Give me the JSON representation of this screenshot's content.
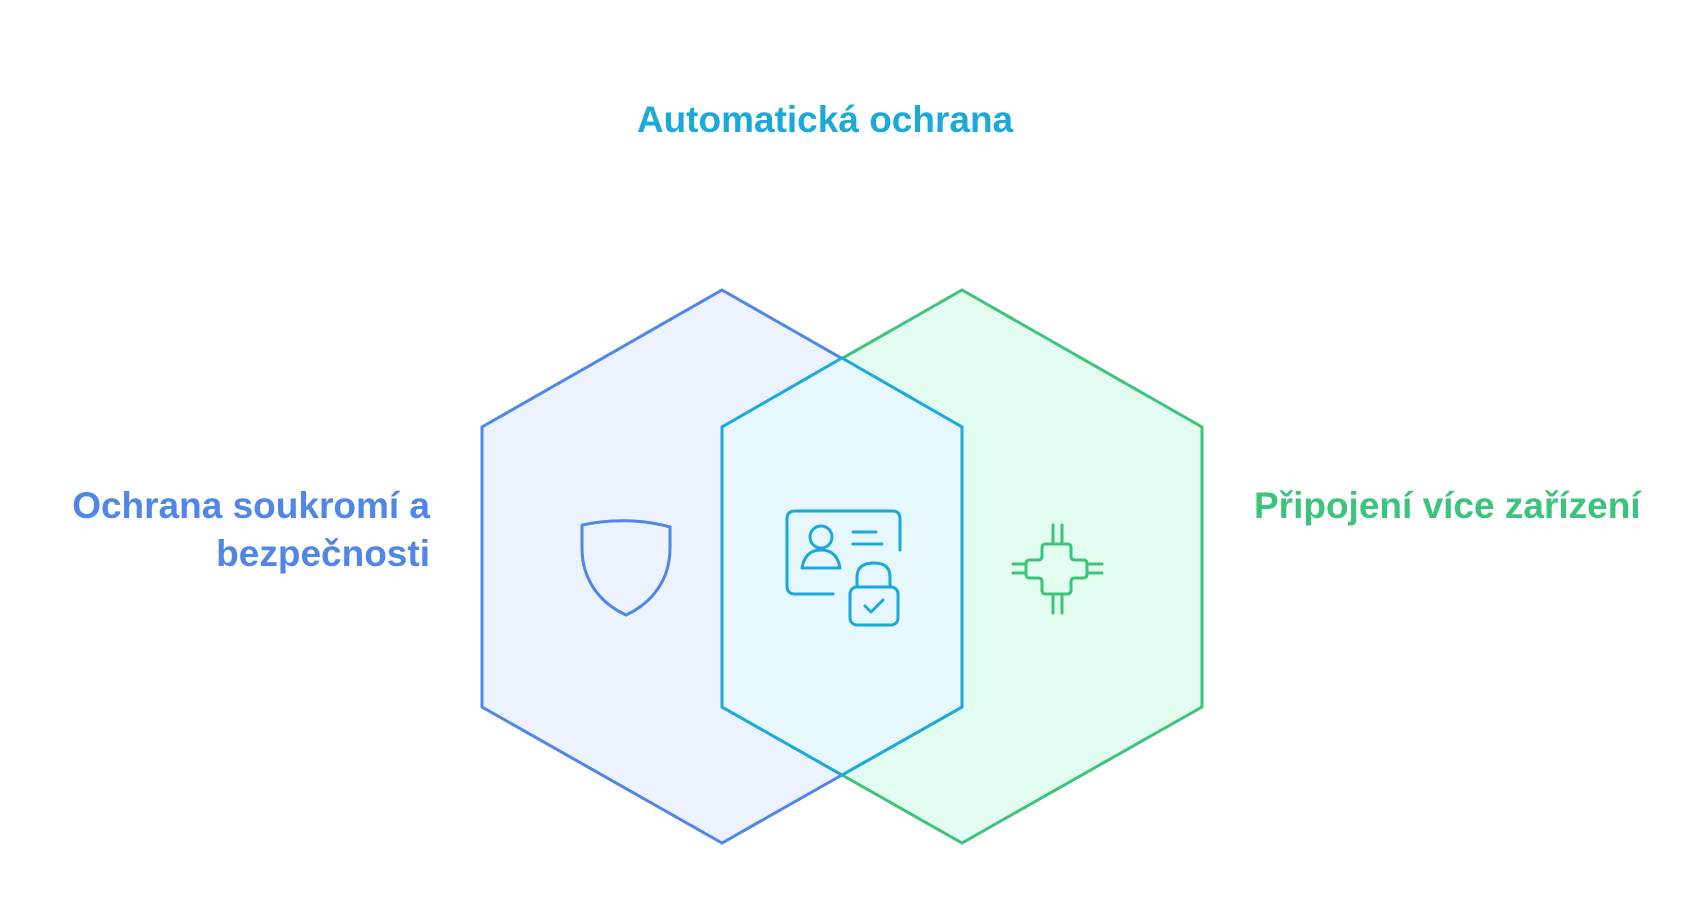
{
  "colors": {
    "left": "#4f86e8",
    "center": "#1ba9dc",
    "right": "#3cc47d",
    "left_fill": "#edf3fe",
    "center_fill": "#e6f8fe",
    "right_fill": "#e2fcef"
  },
  "labels": {
    "top": "Automatická ochrana",
    "left": "Ochrana soukromí a bezpečnosti",
    "right": "Připojení více zařízení"
  },
  "icons": {
    "left": "shield-icon",
    "center": "id-card-lock-icon",
    "right": "chip-icon"
  }
}
